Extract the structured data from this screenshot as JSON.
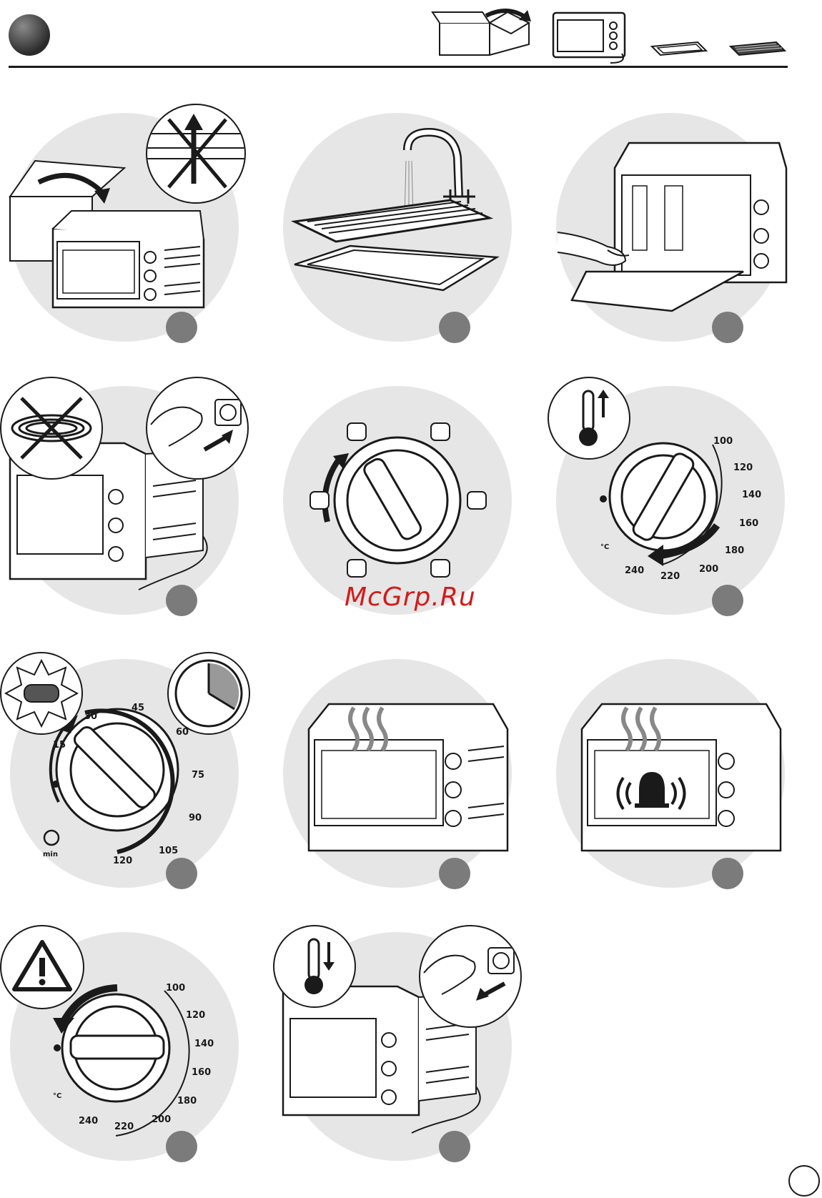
{
  "page": {
    "title": "Oven quick start pictograms",
    "watermark": "McGrp.Ru"
  },
  "header": {
    "icons": [
      "box-unpacking-icon",
      "oven-icon",
      "baking-tray-icon",
      "wire-rack-icon"
    ]
  },
  "steps": [
    {
      "id": "unpack",
      "icons": [
        "box-icon",
        "oven-icon",
        "no-lift-by-door-icon"
      ]
    },
    {
      "id": "wash-accessories",
      "icons": [
        "tap-icon",
        "wire-rack-icon",
        "baking-tray-icon"
      ]
    },
    {
      "id": "wipe-interior",
      "icons": [
        "oven-open-icon",
        "hand-cloth-icon"
      ]
    },
    {
      "id": "plug-in",
      "icons": [
        "no-coiled-cord-icon",
        "plug-socket-icon"
      ]
    },
    {
      "id": "function-dial",
      "icons": [
        "function-knob-icon",
        "mode-icons"
      ]
    },
    {
      "id": "temperature-dial",
      "icons": [
        "thermometer-up-icon",
        "temperature-knob-icon"
      ],
      "scale": [
        "100",
        "120",
        "140",
        "160",
        "180",
        "200",
        "220",
        "240"
      ],
      "unit": "°C"
    },
    {
      "id": "timer-dial",
      "icons": [
        "indicator-light-icon",
        "clock-icon",
        "timer-knob-icon"
      ],
      "scale": [
        "15",
        "30",
        "45",
        "60",
        "75",
        "90",
        "105",
        "120"
      ],
      "unit": "min"
    },
    {
      "id": "preheat",
      "icons": [
        "hot-oven-icon"
      ]
    },
    {
      "id": "bell",
      "icons": [
        "oven-bell-icon"
      ]
    },
    {
      "id": "turn-off",
      "icons": [
        "warning-icon",
        "temperature-knob-off-icon"
      ],
      "scale": [
        "100",
        "120",
        "140",
        "160",
        "180",
        "200",
        "220",
        "240"
      ],
      "unit": "°C"
    },
    {
      "id": "unplug",
      "icons": [
        "thermometer-down-icon",
        "unplug-icon"
      ]
    }
  ],
  "colors": {
    "circle": "#e6e6e6",
    "dot": "#7b7b7b",
    "ink": "#1a1a1a",
    "watermark": "#d41a1a"
  }
}
